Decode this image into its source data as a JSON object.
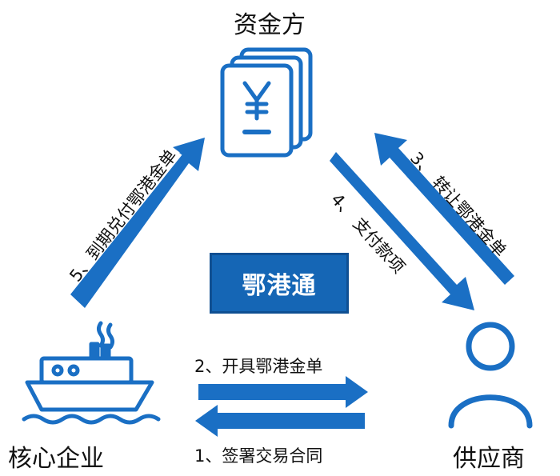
{
  "colors": {
    "primary": "#1a6fc4",
    "dark": "#0f4f92",
    "text": "#111111",
    "box_text": "#ffffff"
  },
  "nodes": {
    "funder": {
      "label": "资金方",
      "icon": "yuan-document-icon"
    },
    "core": {
      "label": "核心企业",
      "icon": "ship-icon"
    },
    "supplier": {
      "label": "供应商",
      "icon": "person-icon"
    }
  },
  "center": {
    "label": "鄂港通"
  },
  "steps": {
    "s1": "1、签署交易合同",
    "s2": "2、开具鄂港金单",
    "s3": "3、 转让鄂港金单",
    "s4": "4、 支付款项",
    "s5": "5、到期兑付鄂港金单"
  }
}
